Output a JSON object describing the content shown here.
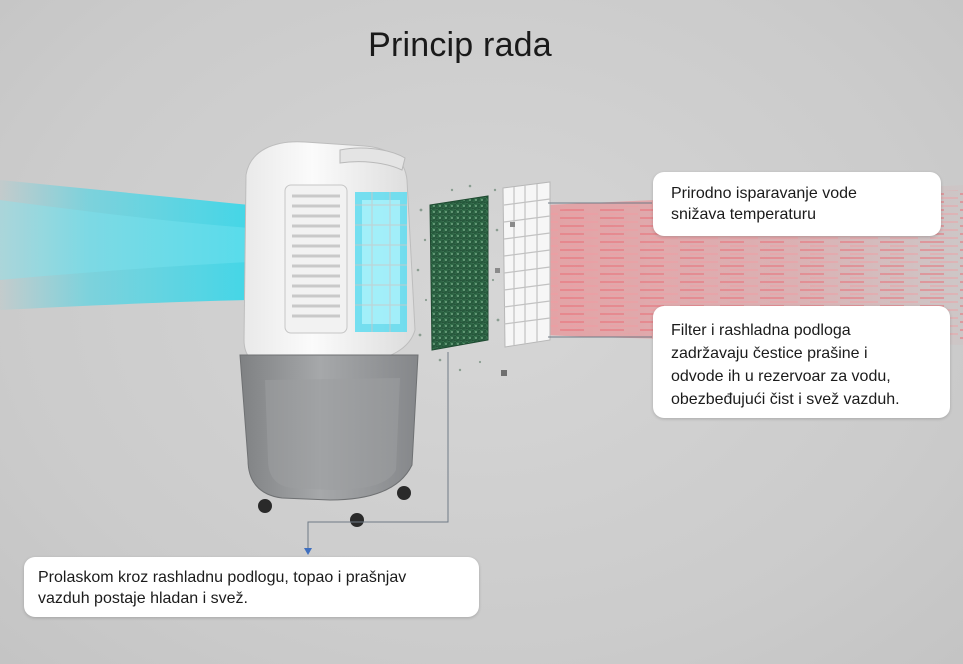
{
  "title": "Princip rada",
  "callouts": {
    "evaporation": {
      "line1": "Prirodno isparavanje vode",
      "line2": "snižava temperaturu"
    },
    "filter": {
      "line1": "Filter i rashladna podloga",
      "line2": "zadržavaju čestice prašine i",
      "line3": "odvode ih u rezervoar za vodu,",
      "line4": "obezbeđujući čist i svež vazduh."
    },
    "cooling_pad": {
      "line1": "Prolaskom kroz rashladnu podlogu, topao i prašnjav",
      "line2": "vazduh postaje hladan i svež."
    }
  },
  "colors": {
    "cool_air": "#3cd6e8",
    "warm_air": "#f07a80",
    "pad_green": "#2f6b45",
    "leader_line": "#6f7a86",
    "tank_grey": "#8f9193",
    "body_white": "#f4f4f4"
  },
  "icons": [
    "air-cooler",
    "cooling-pad",
    "filter-grille",
    "cool-air-stream",
    "warm-air-stream"
  ]
}
